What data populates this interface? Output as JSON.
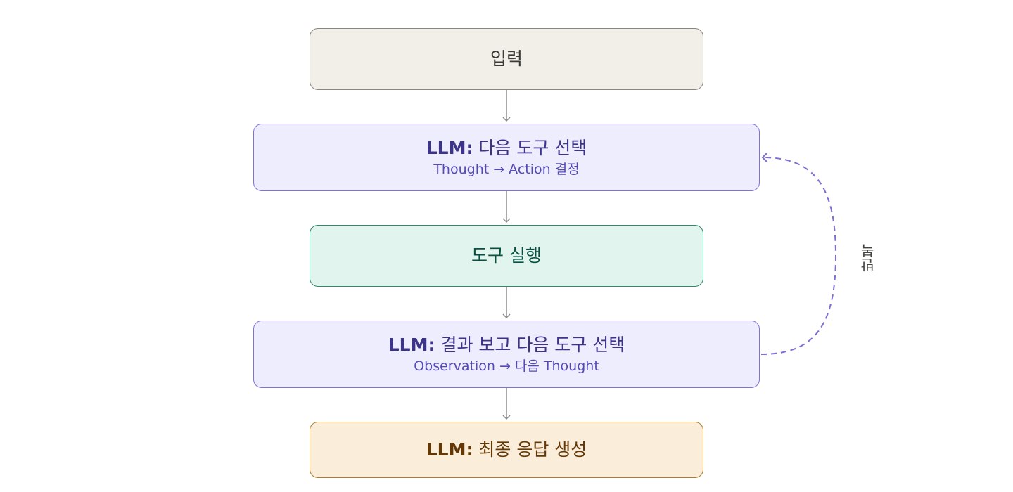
{
  "nodes": {
    "input": {
      "title": "입력"
    },
    "llm1": {
      "title_bold": "LLM:",
      "title_rest": " 다음 도구 선택",
      "subtitle": "Thought → Action 결정"
    },
    "tool": {
      "title": "도구 실행"
    },
    "llm2": {
      "title_bold": "LLM:",
      "title_rest": " 결과 보고 다음 도구 선택",
      "subtitle": "Observation → 다음 Thought"
    },
    "final": {
      "title_bold": "LLM:",
      "title_rest": " 최종 응답 생성"
    }
  },
  "loop": {
    "label": "반복"
  },
  "colors": {
    "arrow": "#8c8c8c",
    "loop": "#7b6fd6"
  }
}
